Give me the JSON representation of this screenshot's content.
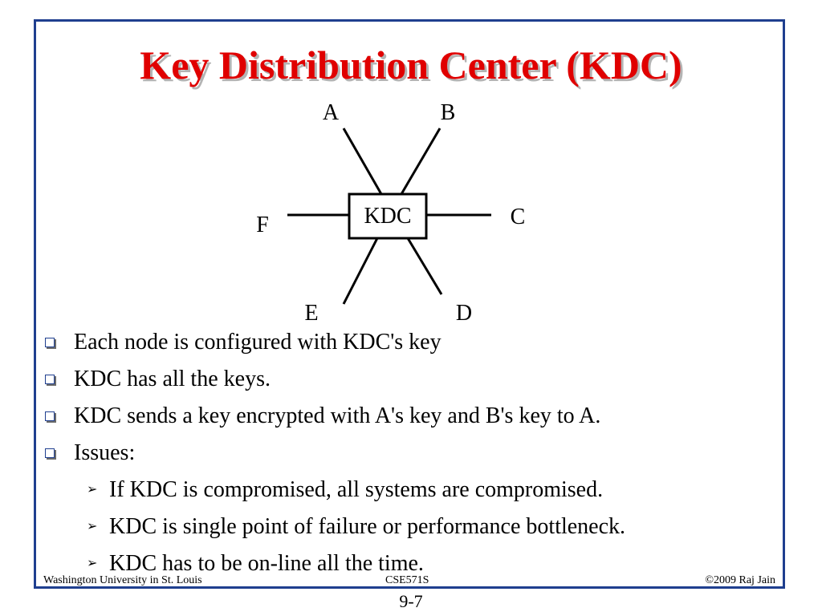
{
  "slide": {
    "title": "Key Distribution Center (KDC)",
    "diagram": {
      "center_label": "KDC",
      "node_a": "A",
      "node_b": "B",
      "node_c": "C",
      "node_d": "D",
      "node_e": "E",
      "node_f": "F"
    },
    "bullets": [
      "Each node is configured with KDC's key",
      "KDC has all the keys.",
      "KDC sends a key encrypted with A's key and B's key to A.",
      "Issues:"
    ],
    "sub_bullets": [
      "If KDC is compromised, all systems are compromised.",
      "KDC is single point of failure or performance bottleneck.",
      "KDC has to be on-line all the time."
    ],
    "sub_bullet_glyph": "➢",
    "footer": {
      "left": "Washington University in St. Louis",
      "center": "CSE571S",
      "right": "©2009 Raj Jain"
    },
    "page_number": "9-7"
  },
  "colors": {
    "title": "#e00000",
    "frame": "#1f3f8f",
    "bullet_box": "#1f3f8f"
  }
}
